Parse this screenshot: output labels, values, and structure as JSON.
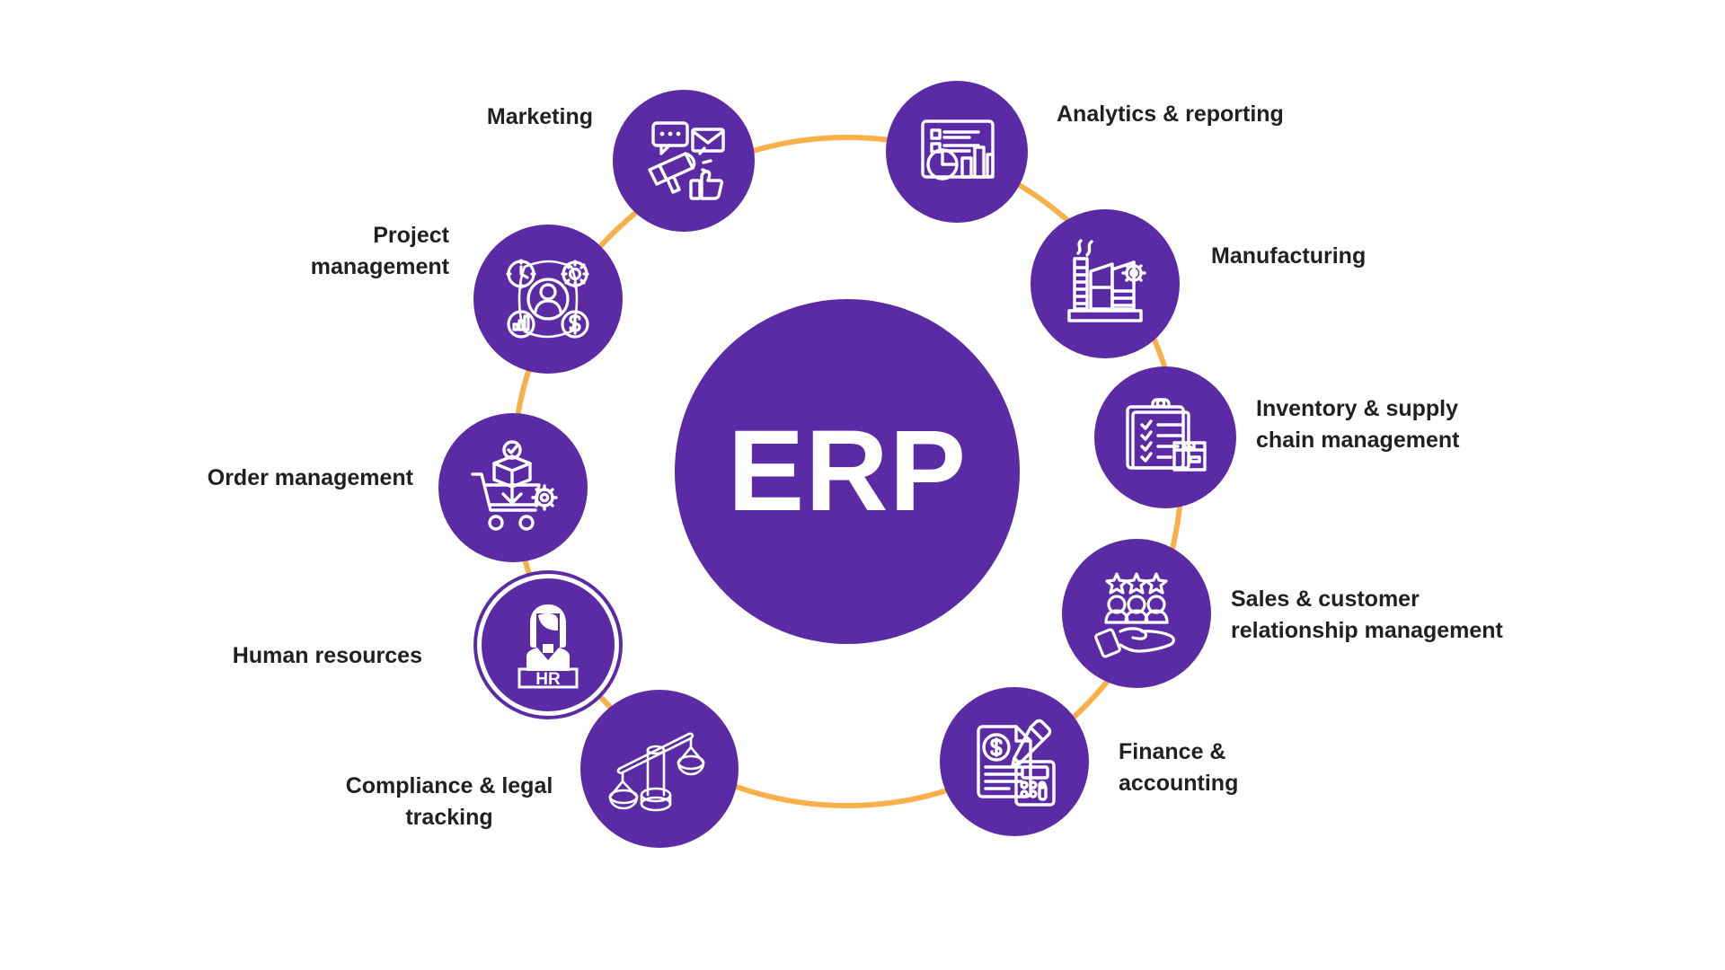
{
  "diagram": {
    "title": "ERP modules wheel",
    "center": {
      "label": "ERP",
      "color": "#5B2BA5"
    },
    "colors": {
      "node_purple": "#5B2BA5",
      "connector_orange": "#F9B04A",
      "text_dark": "#231f20",
      "icon_white": "#ffffff",
      "background": "#ffffff"
    },
    "nodes": [
      {
        "id": "marketing",
        "label": "Marketing",
        "icon": "megaphone-icon",
        "icon_parts": [
          "speech-bubble-icon",
          "envelope-icon",
          "megaphone-icon",
          "thumbs-up-icon"
        ]
      },
      {
        "id": "analytics-reporting",
        "label": "Analytics & reporting",
        "icon": "dashboard-chart-icon",
        "icon_parts": [
          "bar-chart-icon",
          "pie-chart-icon",
          "list-icon"
        ]
      },
      {
        "id": "manufacturing",
        "label": "Manufacturing",
        "icon": "factory-icon",
        "icon_parts": [
          "factory-icon",
          "smoke-icon",
          "gear-icon"
        ]
      },
      {
        "id": "inventory-supply-chain",
        "label": "Inventory & supply\nchain management",
        "icon": "clipboard-checklist-icon",
        "icon_parts": [
          "clipboard-icon",
          "checkmark-icon",
          "package-box-icon"
        ]
      },
      {
        "id": "sales-crm",
        "label": "Sales & customer\nrelationship management",
        "icon": "customer-care-icon",
        "icon_parts": [
          "star-icon",
          "people-group-icon",
          "open-hand-icon"
        ]
      },
      {
        "id": "finance-accounting",
        "label": "Finance &\naccounting",
        "icon": "invoice-calculator-icon",
        "icon_parts": [
          "document-dollar-icon",
          "pencil-icon",
          "calculator-icon"
        ]
      },
      {
        "id": "compliance-legal",
        "label": "Compliance & legal\ntracking",
        "icon": "balance-scales-icon",
        "icon_parts": [
          "balance-scales-icon"
        ]
      },
      {
        "id": "human-resources",
        "label": "Human resources",
        "icon": "hr-person-icon",
        "icon_parts": [
          "person-icon",
          "hr-banner-icon"
        ],
        "banner_text": "HR",
        "ringed": true
      },
      {
        "id": "order-management",
        "label": "Order management",
        "icon": "shopping-cart-icon",
        "icon_parts": [
          "shopping-cart-icon",
          "package-box-icon",
          "check-circle-icon",
          "down-arrow-icon",
          "gear-icon"
        ]
      },
      {
        "id": "project-management",
        "label": "Project\nmanagement",
        "icon": "project-hub-icon",
        "icon_parts": [
          "person-icon",
          "clock-icon",
          "gear-icon",
          "bar-chart-icon",
          "dollar-icon"
        ]
      }
    ]
  }
}
